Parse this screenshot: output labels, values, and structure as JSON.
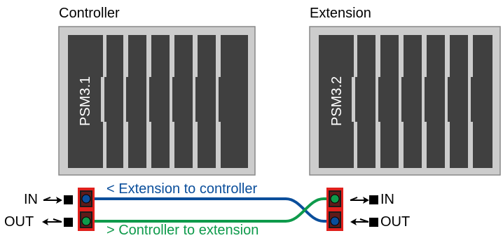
{
  "units": {
    "controller": {
      "title": "Controller",
      "module_label": "PSM3.1"
    },
    "extension": {
      "title": "Extension",
      "module_label": "PSM3.2"
    }
  },
  "ports": {
    "left_in": "IN",
    "left_out": "OUT",
    "right_in": "IN",
    "right_out": "OUT"
  },
  "connections": {
    "upper": {
      "label": "< Extension to controller",
      "color": "#0a4e9b"
    },
    "lower": {
      "label": "> Controller to extension",
      "color": "#0e9a4b"
    }
  },
  "colors": {
    "chassis_fill": "#cccccc",
    "chassis_border": "#888888",
    "module_fill": "#404040",
    "connector_red": "#e0201c",
    "port_text": "#000000"
  }
}
